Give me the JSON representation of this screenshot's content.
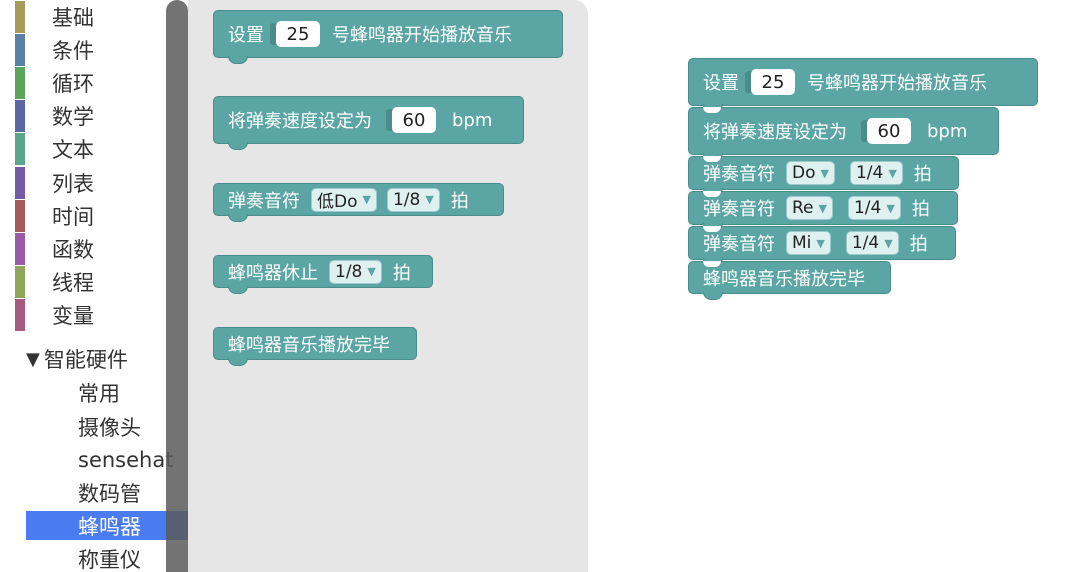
{
  "categories": [
    {
      "label": "基础",
      "color": "#a69a5c"
    },
    {
      "label": "条件",
      "color": "#5b80a5"
    },
    {
      "label": "循环",
      "color": "#5ba55b"
    },
    {
      "label": "数学",
      "color": "#5b67a5"
    },
    {
      "label": "文本",
      "color": "#5ba58c"
    },
    {
      "label": "列表",
      "color": "#745ba5"
    },
    {
      "label": "时间",
      "color": "#a55b5b"
    },
    {
      "label": "函数",
      "color": "#995ba5"
    },
    {
      "label": "线程",
      "color": "#8ea55b"
    },
    {
      "label": "变量",
      "color": "#a55b80"
    }
  ],
  "hardware_group": {
    "arrow": "▼",
    "label": "智能硬件",
    "items": [
      "常用",
      "摄像头",
      "sensehat",
      "数码管",
      "蜂鸣器",
      "称重仪"
    ],
    "selected": "蜂鸣器",
    "selected_color": "#4a7bf0"
  },
  "block_color": "#5ba5a5",
  "flyout": {
    "set_buzzer": {
      "prefix": "设置",
      "pin": "25",
      "suffix": "号蜂鸣器开始播放音乐"
    },
    "set_tempo": {
      "prefix": "将弹奏速度设定为",
      "bpm": "60",
      "unit": "bpm"
    },
    "play_note": {
      "prefix": "弹奏音符",
      "note": "低Do",
      "duration": "1/8",
      "suffix": "拍"
    },
    "rest": {
      "prefix": "蜂鸣器休止",
      "duration": "1/8",
      "suffix": "拍"
    },
    "finish": {
      "label": "蜂鸣器音乐播放完毕"
    }
  },
  "workspace": {
    "set_buzzer": {
      "prefix": "设置",
      "pin": "25",
      "suffix": "号蜂鸣器开始播放音乐"
    },
    "set_tempo": {
      "prefix": "将弹奏速度设定为",
      "bpm": "60",
      "unit": "bpm"
    },
    "notes": [
      {
        "prefix": "弹奏音符",
        "note": "Do",
        "duration": "1/4",
        "suffix": "拍"
      },
      {
        "prefix": "弹奏音符",
        "note": "Re",
        "duration": "1/4",
        "suffix": "拍"
      },
      {
        "prefix": "弹奏音符",
        "note": "Mi",
        "duration": "1/4",
        "suffix": "拍"
      }
    ],
    "finish": {
      "label": "蜂鸣器音乐播放完毕"
    }
  }
}
